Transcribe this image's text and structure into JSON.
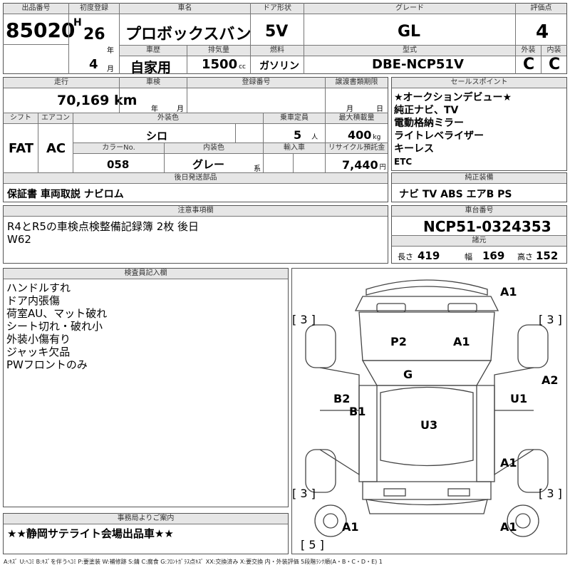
{
  "header": {
    "lot_label": "出品番号",
    "lot": "85020",
    "first_reg_label": "初度登録",
    "era": "H",
    "year": "26",
    "year_unit": "年",
    "month": "4",
    "month_unit": "月",
    "car_name_label": "車名",
    "car_name": "プロボックスバン",
    "door_label": "ドア形状",
    "door": "5V",
    "grade_label": "グレード",
    "grade": "GL",
    "score_label": "評価点",
    "score": "4",
    "history_label": "車歴",
    "history": "自家用",
    "displacement_label": "排気量",
    "displacement": "1500",
    "displacement_unit": "cc",
    "fuel_label": "燃料",
    "fuel": "ガソリン",
    "model_label": "型式",
    "model": "DBE-NCP51V",
    "ext_label": "外装",
    "ext_score": "C",
    "int_label": "内装",
    "int_score": "C"
  },
  "row2": {
    "mileage_label": "走行",
    "mileage": "70,169",
    "mileage_unit": "km",
    "inspection_label": "車検",
    "insp_year_unit": "年",
    "insp_month_unit": "月",
    "plate_label": "登録番号",
    "transfer_label": "譲渡書類期限",
    "transfer_month": "月",
    "transfer_day": "日",
    "shift_label": "シフト",
    "shift": "FAT",
    "ac_label": "エアコン",
    "ac": "AC",
    "color_label": "外装色",
    "color": "シロ",
    "capacity_label": "乗車定員",
    "capacity": "5",
    "capacity_unit": "人",
    "load_label": "最大積載量",
    "load": "400",
    "load_unit": "kg",
    "color_no_label": "カラーNo.",
    "color_no": "058",
    "int_color_label": "内装色",
    "int_color": "グレー",
    "int_color_unit": "系",
    "import_label": "輸入車",
    "recycle_label": "リサイクル預託金",
    "recycle": "7,440",
    "recycle_unit": "円",
    "after_label": "後日発送部品",
    "after": "保証書 車両取説 ナビロム"
  },
  "sales": {
    "label": "セールスポイント",
    "items": [
      "★オークションデビュー★",
      "純正ナビ、TV",
      "電動格納ミラー",
      "ライトレベライザー",
      "キーレス",
      "ETC"
    ]
  },
  "equip": {
    "label": "純正装備",
    "value": "ナビ TV ABS エアB PS"
  },
  "notes": {
    "label": "注意事項欄",
    "lines": [
      "R4とR5の車検点検整備記録簿 2枚 後日",
      "W62"
    ]
  },
  "chassis": {
    "label": "車台番号",
    "value": "NCP51-0324353",
    "spec_label": "諸元",
    "len_label": "長さ",
    "len": "419",
    "wid_label": "幅",
    "wid": "169",
    "hgt_label": "高さ",
    "hgt": "152"
  },
  "inspector": {
    "label": "検査員記入欄",
    "lines": [
      "ハンドルすれ",
      "ドア内張傷",
      "荷室AU、マット破れ",
      "シート切れ・破れ小",
      "外装小傷有り",
      "ジャッキ欠品",
      "PWフロントのみ"
    ]
  },
  "diagram": {
    "marks": [
      "A1",
      "P2",
      "A1",
      "G",
      "A2",
      "B2",
      "U1",
      "B1",
      "U3",
      "A1",
      "A1",
      "A1"
    ],
    "tires": [
      "[ 3 ]",
      "[ 3 ]",
      "[ 3 ]",
      "[ 3 ]",
      "[ 5 ]"
    ]
  },
  "office": {
    "label": "事務局よりご案内",
    "value": "★★静岡サテライト会場出品車★★"
  },
  "legend": "A:ｷｽﾞ U:ﾍｺﾐ B:ｷｽﾞを伴うﾍｺﾐ P:要塗装 W:補修跡 S:錆 C:腐食 G:ﾌﾛﾝﾄｶﾞﾗｽ点ｷｽﾞ XX:交換済み X:要交換 内・外装評価 5段階ﾗﾝｸ順(A・B・C・D・E) 1"
}
